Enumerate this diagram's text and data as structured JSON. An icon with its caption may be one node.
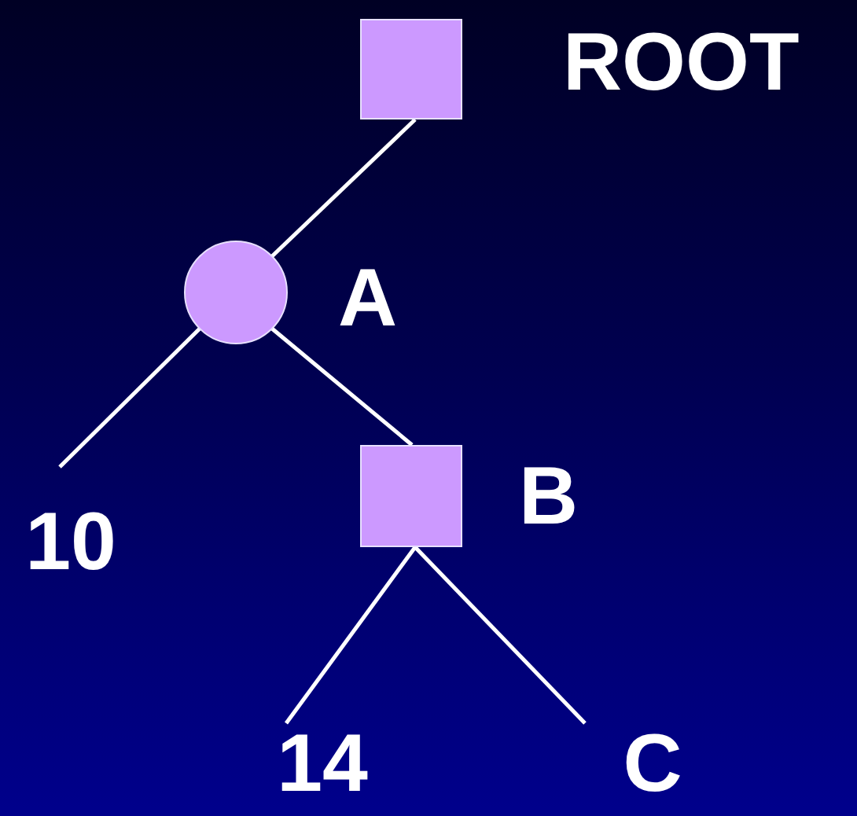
{
  "diagram": {
    "nodes": [
      {
        "text": [],
        "shape": "box",
        "beside": [
          "ROOT"
        ]
      },
      {
        "text": [],
        "shape": "circle",
        "beside": [
          "A"
        ]
      },
      {
        "text": [
          "10"
        ]
      },
      {
        "text": [],
        "shape": "box",
        "beside": [
          "B"
        ]
      },
      {
        "text": [
          "14"
        ]
      },
      {
        "text": [
          "C"
        ]
      }
    ],
    "edges": [
      {
        "from": 0,
        "to": 1,
        "arrow": "none"
      },
      {
        "from": 1,
        "to": 2,
        "arrow": "none"
      },
      {
        "from": 1,
        "to": 3,
        "arrow": "none"
      },
      {
        "from": 3,
        "to": 4,
        "arrow": "none"
      },
      {
        "from": 3,
        "to": 5,
        "arrow": "none"
      }
    ]
  }
}
